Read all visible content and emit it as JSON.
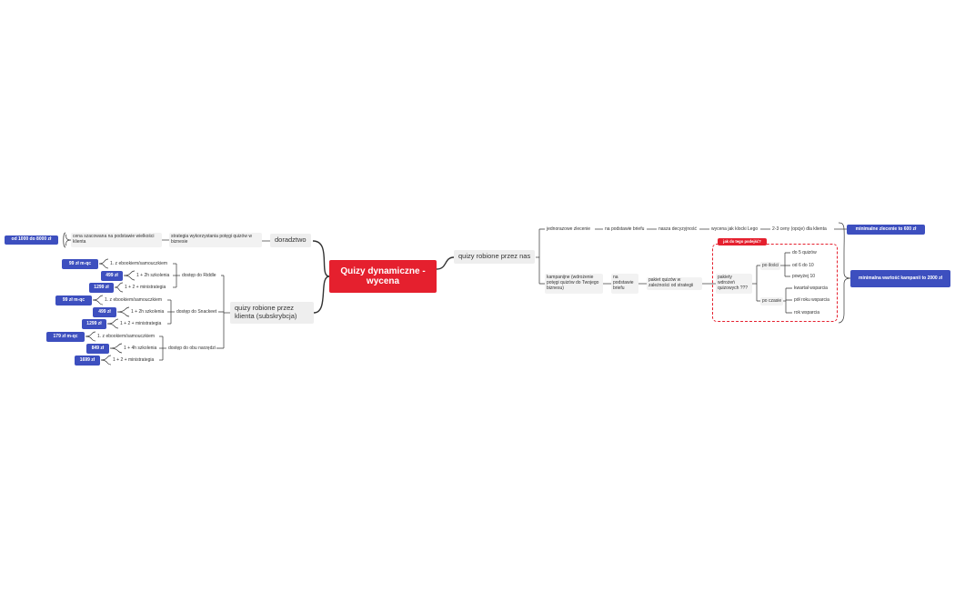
{
  "root": "Quizy dynamiczne - wycena",
  "left": {
    "doradztwo": {
      "label": "doradztwo",
      "strategy": "strategia wykorzystania potęgi quizów w biznesie",
      "pricing_note": "cena szacowana na podstawie wielkości klienta",
      "price": "od 1000 do 8000 zł"
    },
    "subscription": {
      "label": "quizy robione przez klienta (subskrybcja)",
      "groups": [
        {
          "label": "dostęp do Riddle",
          "options": [
            {
              "label": "1. z ebookiem/samouczkiem",
              "price": "99 zł m-qc"
            },
            {
              "label": "1 + 2h szkolenia",
              "price": "499 zł"
            },
            {
              "label": "1 + 2 + ministrategia",
              "price": "1299 zł"
            }
          ]
        },
        {
          "label": "dostęp do Snackeet",
          "options": [
            {
              "label": "1. z ebookiem/samouczkiem",
              "price": "99 zł m-qc"
            },
            {
              "label": "1 + 2h szkolenia",
              "price": "499 zł"
            },
            {
              "label": "1 + 2 + ministrategia",
              "price": "1299 zł"
            }
          ]
        },
        {
          "label": "dostęp do obu narzędzi",
          "options": [
            {
              "label": "1. z ebookiem/samouczkiem",
              "price": "179 zł m-qc"
            },
            {
              "label": "1 + 4h szkolenia",
              "price": "849 zł"
            },
            {
              "label": "1 + 2 + ministrategia",
              "price": "1699 zł"
            }
          ]
        }
      ]
    }
  },
  "right": {
    "label": "quizy robione przez nas",
    "one_time": {
      "label": "jednorazowe zlecenie",
      "chain": [
        "na podstawie briefu",
        "nasza decyzyjność",
        "wycena jak klocki Lego",
        "2-3 ceny (opcje) dla klienta"
      ],
      "min": "minimalne zlecenie to 600 zł"
    },
    "campaign": {
      "label": "kampanijne (wdrożenie potęgi quizów do Twojego biznesu)",
      "brief": "na podstawie briefu",
      "package": "pakiet quizów w zależności od strategii",
      "question_tag": "jak do tego podejść?",
      "packages": "pakiety wdrożeń quizowych ???",
      "by_count": {
        "label": "po ilości",
        "items": [
          "do 5 quizów",
          "od 6 do 10",
          "powyżej 10"
        ]
      },
      "by_time": {
        "label": "po czasie",
        "items": [
          "kwartał wsparcia",
          "pół roku wsparcia",
          "rok wsparcia"
        ]
      },
      "min": "minimalna wartość kampanii to 2000 zł"
    }
  },
  "colors": {
    "root": "#e5202e",
    "price_badge": "#3d4fbf",
    "link": "#333333",
    "dashed_box": "#e5202e"
  }
}
